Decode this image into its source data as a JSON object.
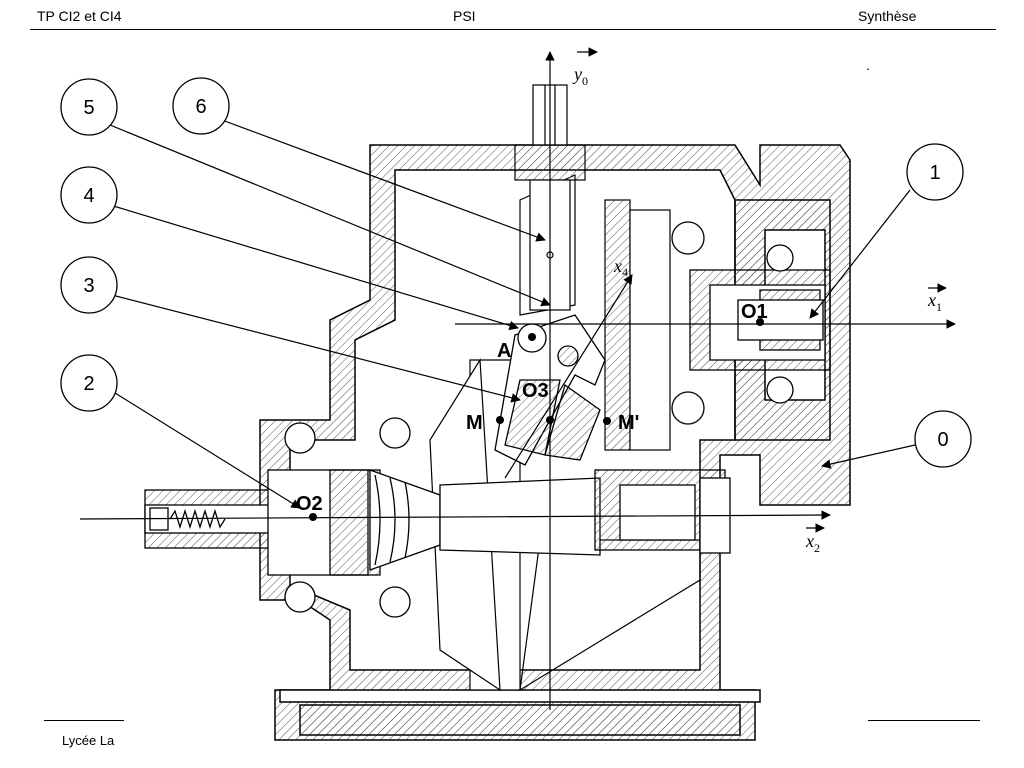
{
  "header": {
    "left": "TP CI2 et CI4",
    "center": "PSI",
    "right": "Synthèse"
  },
  "footer": {
    "left": "Lycée La"
  },
  "callouts": [
    "5",
    "6",
    "4",
    "3",
    "2",
    "1",
    "0"
  ],
  "points": [
    "A",
    "O3",
    "M",
    "M'",
    "O1",
    "O2"
  ],
  "axes": {
    "y0": {
      "letter": "y",
      "sub": "0"
    },
    "x1": {
      "letter": "x",
      "sub": "1"
    },
    "x2": {
      "letter": "x",
      "sub": "2"
    },
    "x4": {
      "letter": "x",
      "sub": "4"
    }
  },
  "colors": {
    "ink": "#000000",
    "hatch": "#555555",
    "paper": "#ffffff"
  }
}
